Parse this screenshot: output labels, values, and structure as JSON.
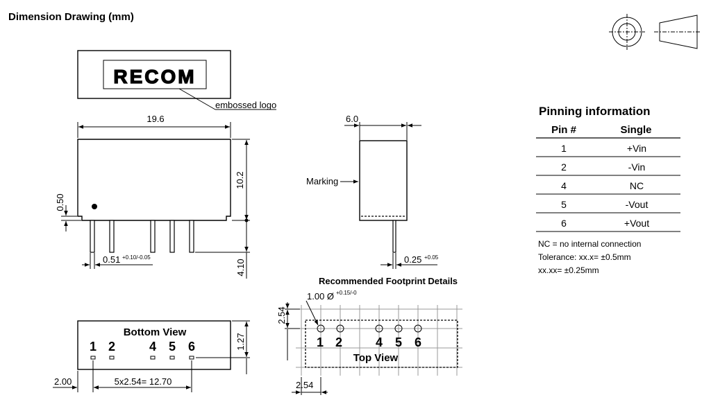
{
  "title": "Dimension Drawing (mm)",
  "logo": {
    "text": "RECOM",
    "caption": "embossed logo"
  },
  "front": {
    "width": "19.6",
    "height": "10.2",
    "standoff": "0.50",
    "pin_width": "0.51",
    "pin_width_tol": "+0.10/-0.05",
    "pin_length": "4.10"
  },
  "side": {
    "width": "6.0",
    "marking": "Marking",
    "pin_thickness": "0.25",
    "pin_thickness_tol": "+0.05"
  },
  "bottom": {
    "title": "Bottom View",
    "pins": [
      "1",
      "2",
      "4",
      "5",
      "6"
    ],
    "height": "1.27",
    "offset": "2.00",
    "pitch": "5x2.54= 12.70"
  },
  "footprint": {
    "title": "Recommended Footprint Details",
    "hole": "1.00 Ø",
    "hole_tol": "+0.15/-0",
    "grid_v": "2.54",
    "grid_h": "2.54",
    "pins": [
      "1",
      "2",
      "4",
      "5",
      "6"
    ],
    "view": "Top View"
  },
  "pinning": {
    "title": "Pinning information",
    "headers": [
      "Pin #",
      "Single"
    ],
    "rows": [
      [
        "1",
        "+Vin"
      ],
      [
        "2",
        "-Vin"
      ],
      [
        "4",
        "NC"
      ],
      [
        "5",
        "-Vout"
      ],
      [
        "6",
        "+Vout"
      ]
    ]
  },
  "notes": [
    "NC = no internal connection",
    "Tolerance: xx.x= ±0.5mm",
    "xx.xx= ±0.25mm"
  ],
  "symbols": [
    "concentric-circles-icon",
    "truncated-cone-icon"
  ]
}
